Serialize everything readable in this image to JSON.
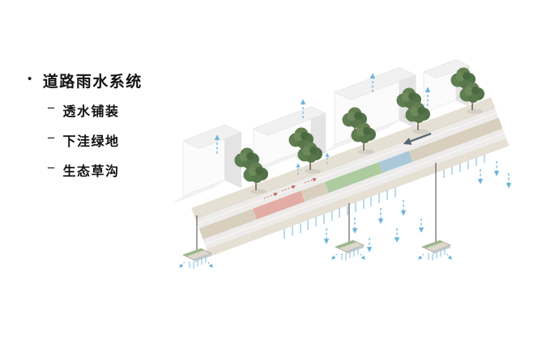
{
  "slide": {
    "bullet": "•",
    "title": "道路雨水系统",
    "items": [
      {
        "dash": "–",
        "label": "透水铺装"
      },
      {
        "dash": "–",
        "label": "下洼绿地"
      },
      {
        "dash": "–",
        "label": "生态草沟"
      }
    ],
    "colors": {
      "tree_green": "#5e7d50",
      "water_blue": "#6db3dc",
      "swale_green": "#accb9f",
      "pavement_pink": "#e3aca4",
      "road_gray": "#edecea",
      "sidewalk_tan": "#e6e0d4"
    }
  }
}
